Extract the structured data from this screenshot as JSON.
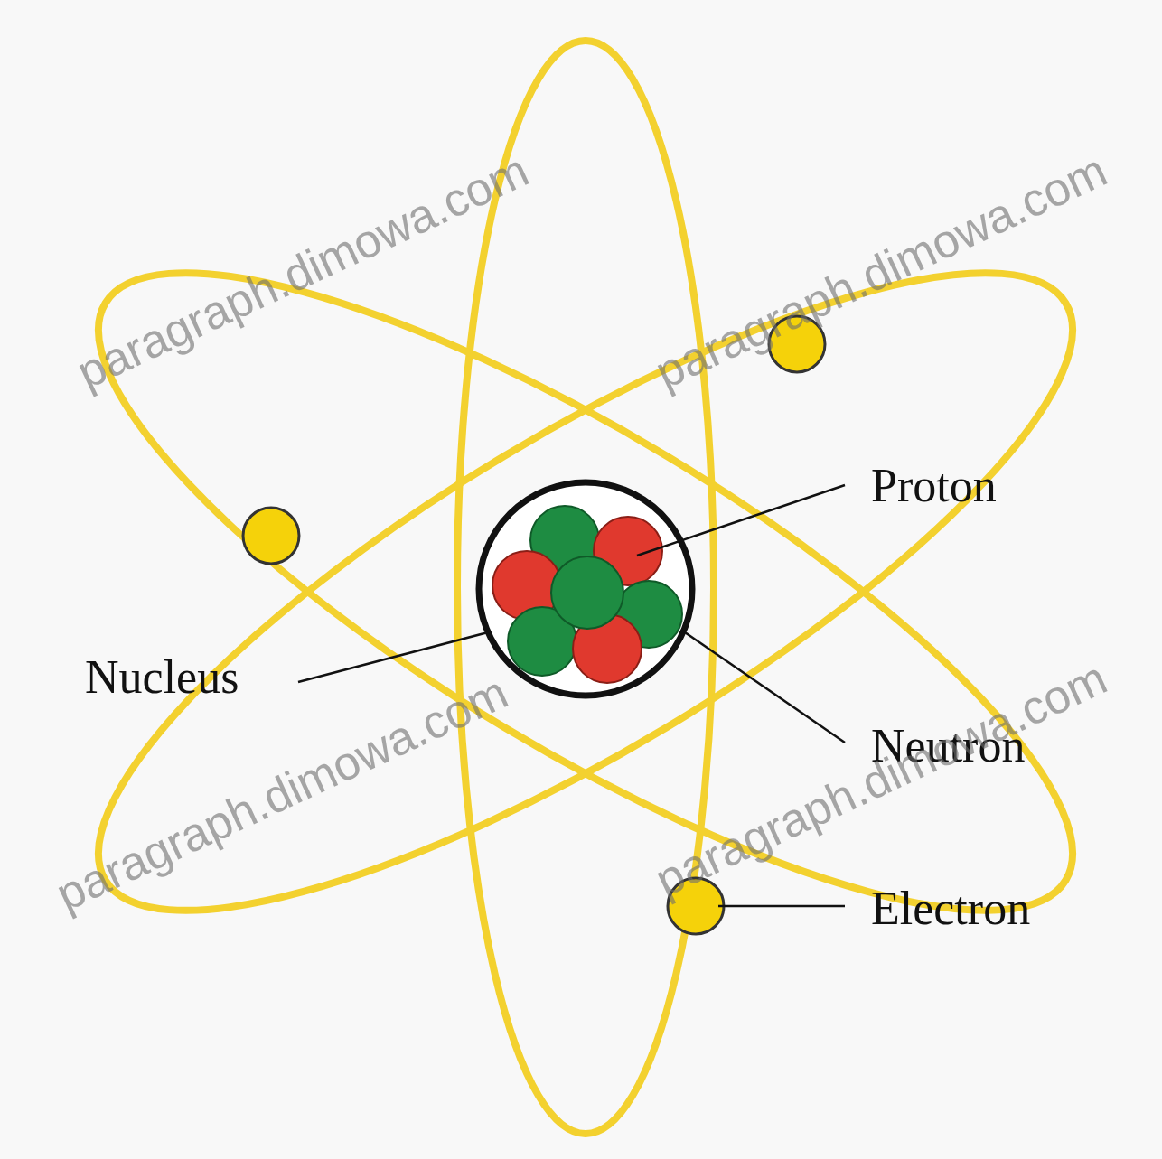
{
  "diagram": {
    "labels": [
      "Proton",
      "Nucleus",
      "Neutron",
      "Electron",
      "paragraph.dimowa.com",
      "paragraph.dimowa.com",
      "paragraph.dimowa.com",
      "paragraph.dimowa.com"
    ]
  }
}
